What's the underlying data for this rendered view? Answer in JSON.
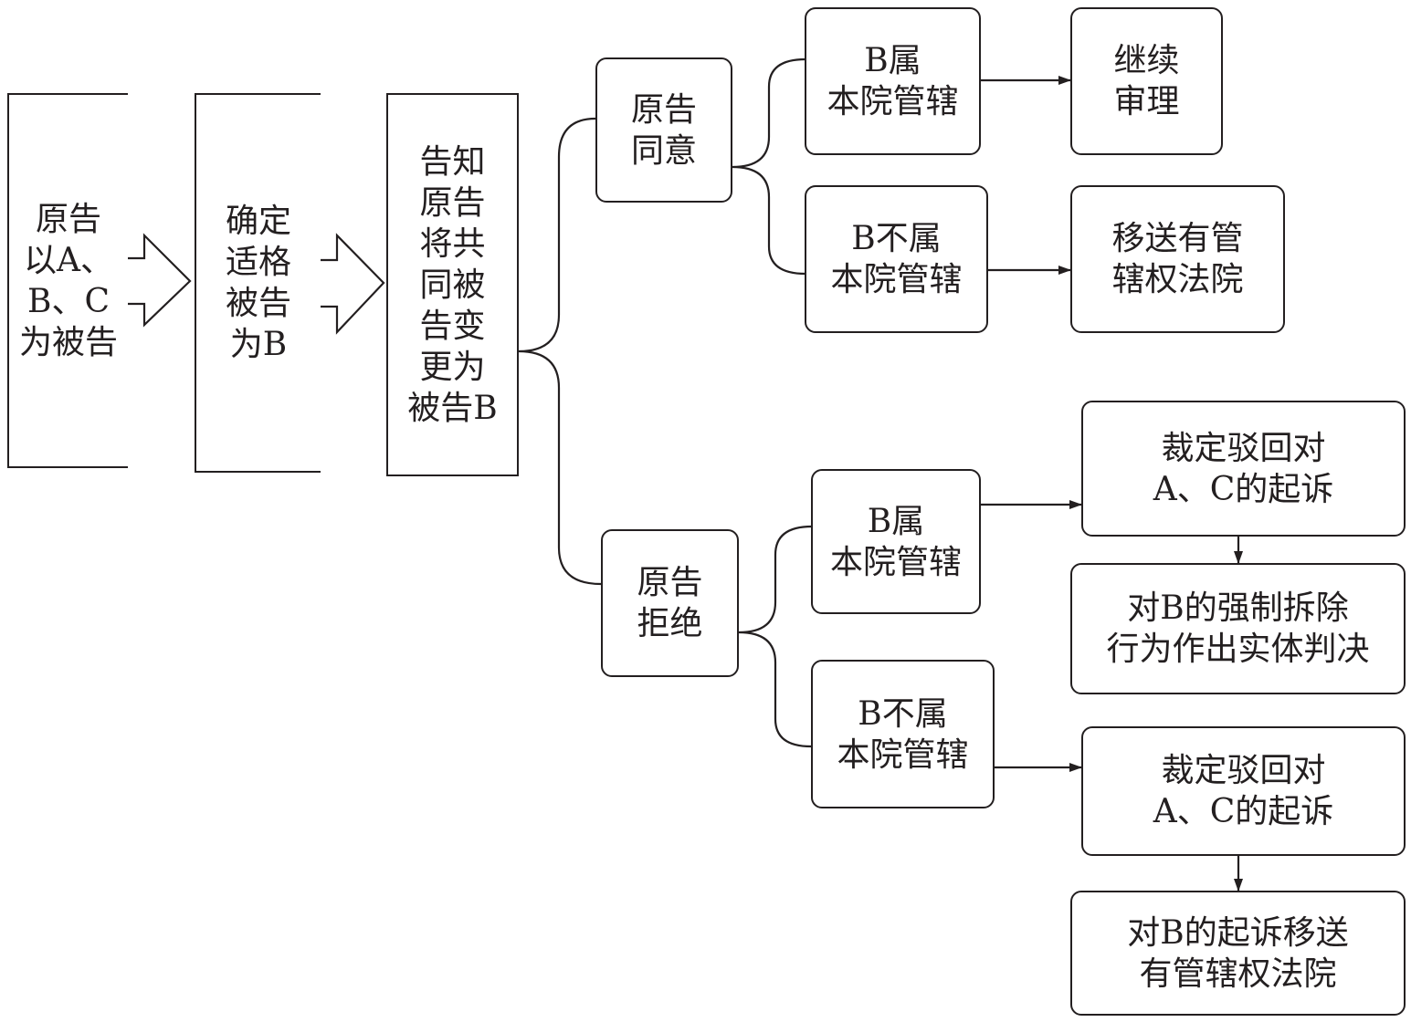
{
  "nodes": {
    "plaintiff_sues": "原告\n以A、\nB、C\n为被告",
    "determine_defendant": "确定\n适格\n被告\n为B",
    "notify_plaintiff": "告知\n原告\n将共\n同被\n告变\n更为\n被告B",
    "plaintiff_agrees": "原告\n同意",
    "plaintiff_refuses": "原告\n拒绝",
    "agree_b_in_jurisdiction": "B属\n本院管辖",
    "agree_b_not_in_jurisdiction": "B不属\n本院管辖",
    "continue_trial": "继续\n审理",
    "transfer_court": "移送有管\n辖权法院",
    "refuse_b_in_jurisdiction": "B属\n本院管辖",
    "refuse_b_not_in_jurisdiction": "B不属\n本院管辖",
    "dismiss_ac_1": "裁定驳回对\nA、C的起诉",
    "judgment_on_b": "对B的强制拆除\n行为作出实体判决",
    "dismiss_ac_2": "裁定驳回对\nA、C的起诉",
    "transfer_b_suit": "对B的起诉移送\n有管辖权法院"
  }
}
